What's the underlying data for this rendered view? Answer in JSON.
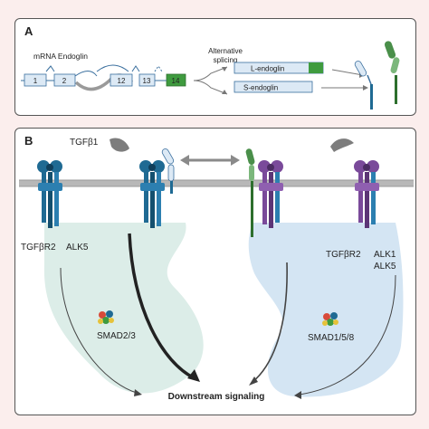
{
  "panel_a": {
    "label": "A",
    "mrna_label": "mRNA Endoglin",
    "exons": [
      "1",
      "2",
      "12",
      "13",
      "14"
    ],
    "splicing_label_1": "Alternative",
    "splicing_label_2": "splicing",
    "isoforms": [
      "L-endoglin",
      "S-endoglin"
    ]
  },
  "panel_b": {
    "label": "B",
    "ligand": "TGFβ1",
    "left_receptors": [
      "TGFβR2",
      "ALK5"
    ],
    "right_receptor": "TGFβR2",
    "right_alks": [
      "ALK1",
      "ALK5"
    ],
    "smad_left": "SMAD2/3",
    "smad_right": "SMAD1/5/8",
    "downstream": "Downstream signaling"
  },
  "colors": {
    "exon_fill": "#dce9f5",
    "exon_stroke": "#3a6f9e",
    "exon14": "#3f9b3f",
    "endoglin_green": "#4a8f4a",
    "receptor_blue": "#1f6a93",
    "receptor_purple": "#7a4a9a",
    "membrane": "#b8b8b8",
    "left_cyto": "#dcede8",
    "right_cyto": "#d4e5f3",
    "ligand_gray": "#7d7d7d"
  }
}
